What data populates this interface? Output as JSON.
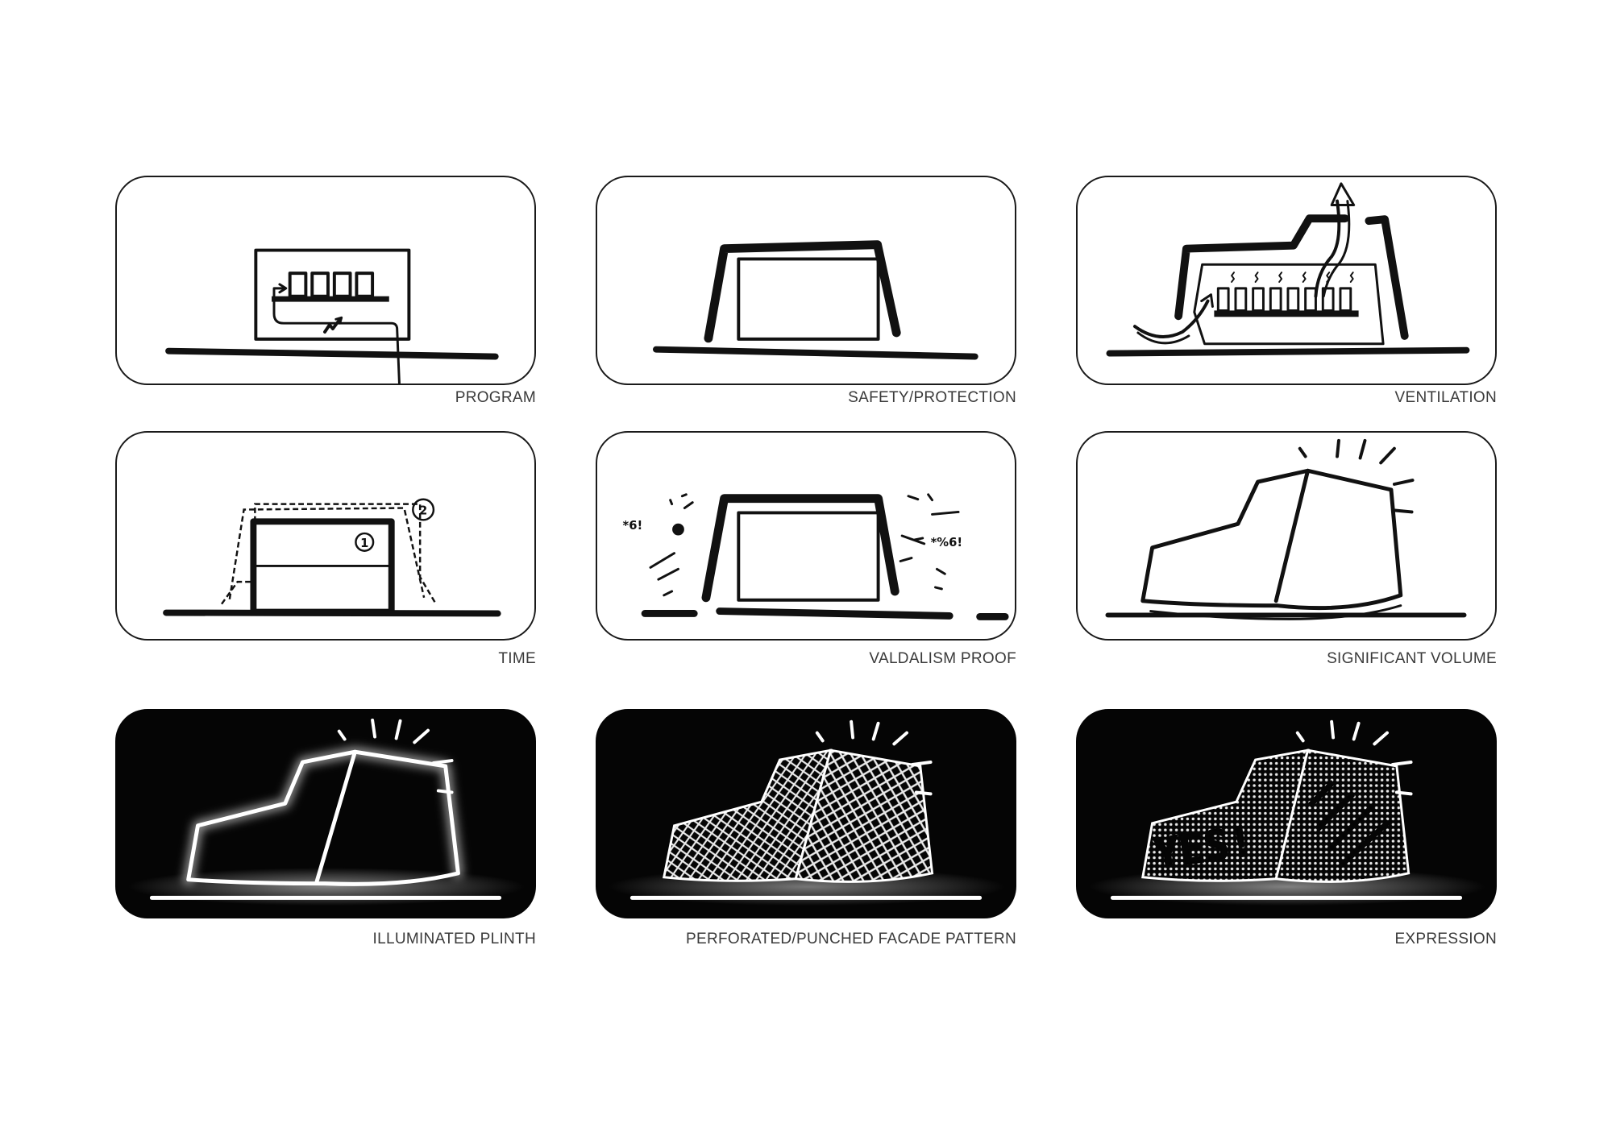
{
  "panels": [
    {
      "id": "program",
      "caption": "PROGRAM",
      "theme": "light",
      "icon": "program-sketch"
    },
    {
      "id": "safety",
      "caption": "SAFETY/PROTECTION",
      "theme": "light",
      "icon": "safety-sketch"
    },
    {
      "id": "ventilation",
      "caption": "VENTILATION",
      "theme": "light",
      "icon": "ventilation-sketch"
    },
    {
      "id": "time",
      "caption": "TIME",
      "theme": "light",
      "icon": "time-sketch",
      "step_labels": [
        "1",
        "2"
      ]
    },
    {
      "id": "vandalism",
      "caption": "VALDALISM PROOF",
      "theme": "light",
      "icon": "vandalism-sketch",
      "scribbles": [
        "*6!",
        "*%6!"
      ]
    },
    {
      "id": "volume",
      "caption": "SIGNIFICANT VOLUME",
      "theme": "light",
      "icon": "volume-sketch"
    },
    {
      "id": "plinth",
      "caption": "ILLUMINATED PLINTH",
      "theme": "dark",
      "icon": "illuminated-plinth-sketch"
    },
    {
      "id": "facade",
      "caption": "PERFORATED/PUNCHED FACADE PATTERN",
      "theme": "dark",
      "icon": "perforated-facade-sketch"
    },
    {
      "id": "expression",
      "caption": "EXPRESSION",
      "theme": "dark",
      "icon": "expression-sketch",
      "facade_text": "YES!"
    }
  ],
  "colors": {
    "ink": "#111111",
    "dark_panel": "#050505",
    "glow": "#ffffff",
    "caption": "#3a3a3a"
  }
}
